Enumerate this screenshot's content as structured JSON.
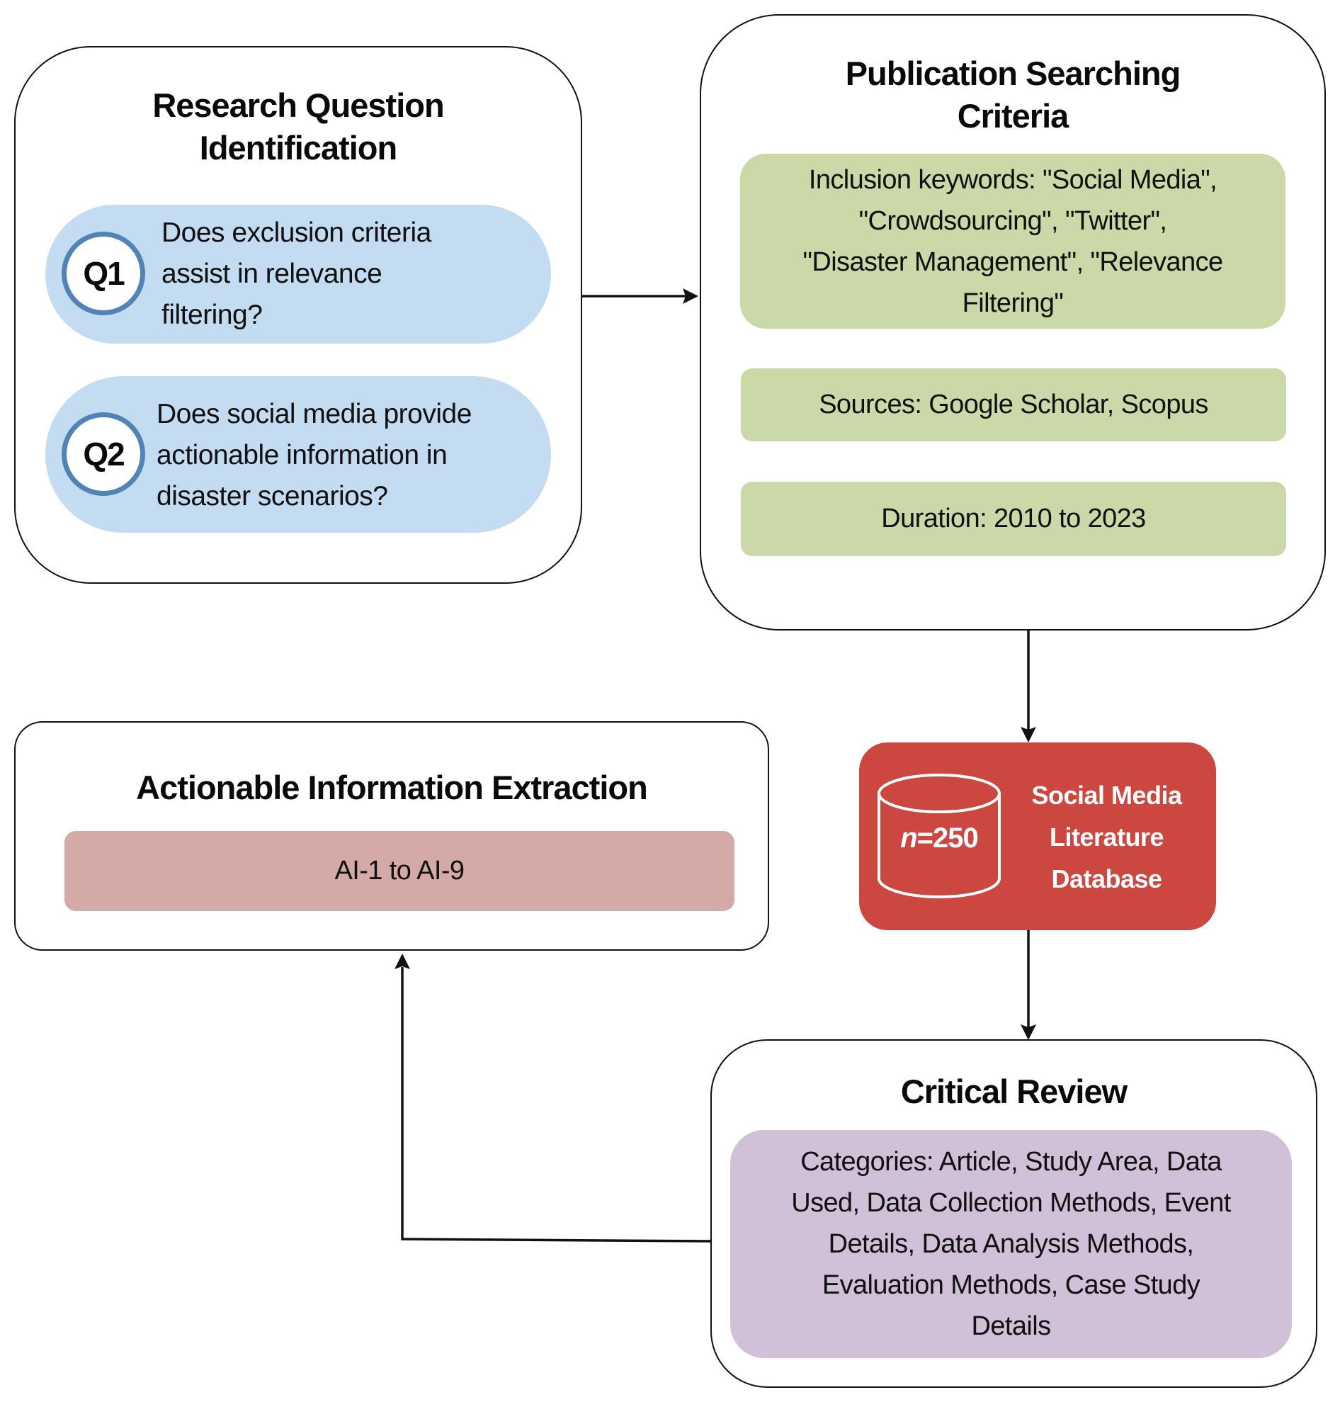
{
  "colors": {
    "stroke": "#111111",
    "question_pill": "#c4dcf2",
    "question_ring": "#5083b6",
    "criteria_chip": "#cbd8a7",
    "database": "#cb4740",
    "extraction_chip": "#d3aaa5",
    "review_chip": "#d0c0d8"
  },
  "research_question": {
    "title_line1": "Research Question",
    "title_line2": "Identification",
    "questions": [
      {
        "badge": "Q1",
        "lines": [
          "Does exclusion criteria",
          "assist in relevance",
          "filtering?"
        ]
      },
      {
        "badge": "Q2",
        "lines": [
          "Does social media provide",
          "actionable information in",
          "disaster scenarios?"
        ]
      }
    ]
  },
  "publication_search": {
    "title_line1": "Publication Searching",
    "title_line2": "Criteria",
    "criteria": [
      {
        "lines": [
          "Inclusion keywords: \"Social Media\",",
          "\"Crowdsourcing\", \"Twitter\",",
          "\"Disaster Management\", \"Relevance",
          "Filtering\""
        ]
      },
      {
        "lines": [
          "Sources: Google Scholar, Scopus"
        ]
      },
      {
        "lines": [
          "Duration: 2010 to 2023"
        ]
      }
    ]
  },
  "database": {
    "icon": "database-cylinder-icon",
    "count_var": "n",
    "count_rest": "=250",
    "title_lines": [
      "Social Media",
      "Literature",
      "Database"
    ]
  },
  "critical_review": {
    "title": "Critical Review",
    "lines": [
      "Categories: Article, Study Area, Data",
      "Used, Data Collection Methods, Event",
      "Details, Data Analysis Methods,",
      "Evaluation Methods, Case Study",
      "Details"
    ]
  },
  "extraction": {
    "title": "Actionable Information Extraction",
    "item": "AI-1 to AI-9"
  }
}
